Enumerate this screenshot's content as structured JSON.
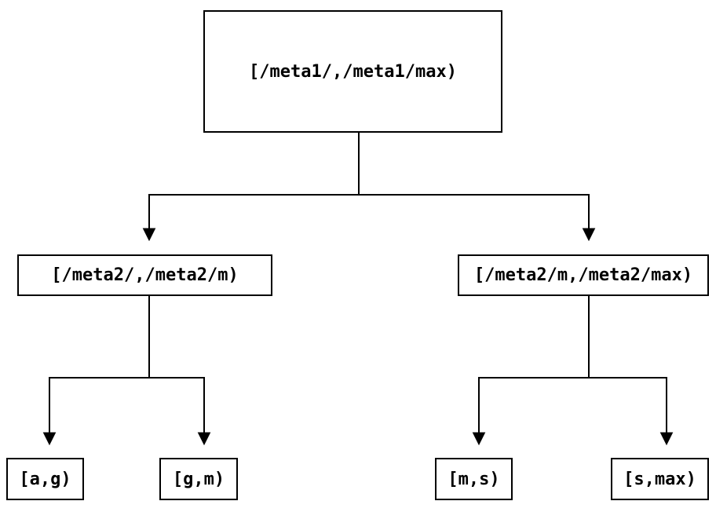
{
  "diagram": {
    "type": "tree",
    "nodes": [
      {
        "id": "root",
        "label": "[/meta1/,/meta1/max)"
      },
      {
        "id": "left",
        "label": "[/meta2/,/meta2/m)"
      },
      {
        "id": "right",
        "label": "[/meta2/m,/meta2/max)"
      },
      {
        "id": "left-left",
        "label": "[a,g)"
      },
      {
        "id": "left-right",
        "label": "[g,m)"
      },
      {
        "id": "right-left",
        "label": "[m,s)"
      },
      {
        "id": "right-right",
        "label": "[s,max)"
      }
    ],
    "edges": [
      {
        "from": "root",
        "to": "left"
      },
      {
        "from": "root",
        "to": "right"
      },
      {
        "from": "left",
        "to": "left-left"
      },
      {
        "from": "left",
        "to": "left-right"
      },
      {
        "from": "right",
        "to": "right-left"
      },
      {
        "from": "right",
        "to": "right-right"
      }
    ],
    "colors": {
      "background": "#ffffff",
      "box_fill": "#ffffff",
      "box_border": "#000000",
      "line": "#000000",
      "text": "#000000"
    }
  }
}
